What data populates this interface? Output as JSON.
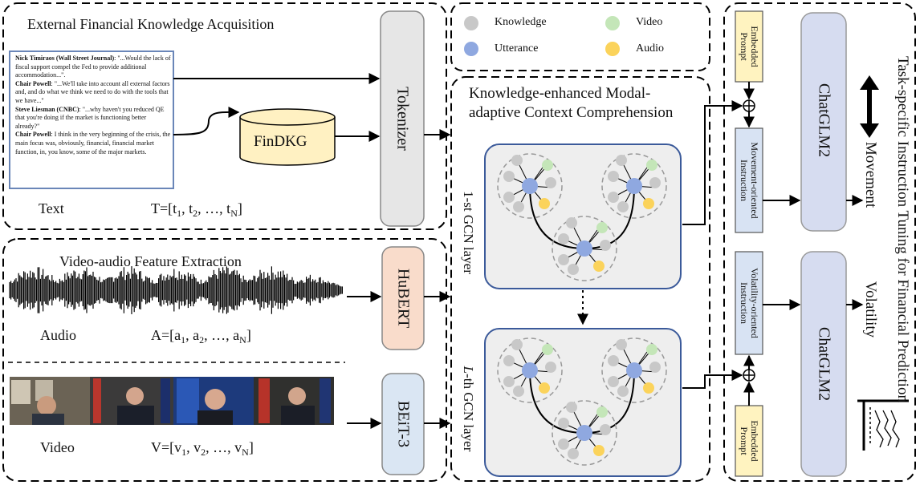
{
  "colors": {
    "knowledge_node": "#c8c8c8",
    "utterance_node": "#8fa8e0",
    "video_node": "#c4e6b8",
    "audio_node": "#fbd35b",
    "tokenizer_fill": "#e6e6e6",
    "hubert_fill": "#f9dccb",
    "beit_fill": "#dae6f3",
    "prompt_fill": "#fff3c0",
    "instruction_fill": "#d8e3f3",
    "chatglm_fill": "#d6dcf0",
    "findkg_fill": "#fff1c2",
    "gcn_fill": "#eeeeee",
    "gcn_border": "#3b5a9a"
  },
  "external": {
    "title": "External Financial Knowledge Acquisition",
    "text_label": "Text",
    "sequence": {
      "prefix": "T=[t",
      "s1": "1",
      "s2": "2",
      "sN": "N"
    },
    "transcript": [
      {
        "speaker": "Nick Timiraos (Wall Street Journal)",
        "body": ": \"...Would the lack of fiscal support compel the Fed to provide additional accommodation...\"."
      },
      {
        "speaker": "Chair Powell",
        "body": ": \"...We'll take into account all external factors and, and do what we think we need to do with the tools that we have...\""
      },
      {
        "speaker": "Steve Liesman (CNBC)",
        "body": ": \"...why haven't you reduced QE that you're doing if the market is functioning better already?\""
      },
      {
        "speaker": "Chair Powell",
        "body": ": I think in the very beginning of the crisis, the main focus was, obviously, financial, financial market function, in, you know, some of the major markets."
      }
    ],
    "findkg": "FinDKG"
  },
  "tokenizer": "Tokenizer",
  "videoaudio": {
    "title": "Video-audio Feature Extraction",
    "audio_label": "Audio",
    "audio_seq": {
      "prefix": "A=[a",
      "s1": "1",
      "s2": "2",
      "sN": "N"
    },
    "video_label": "Video",
    "video_seq": {
      "prefix": "V=[v",
      "s1": "1",
      "s2": "2",
      "sN": "N"
    },
    "hubert": "HuBERT",
    "beit": "BEiT-3"
  },
  "legend": {
    "knowledge": "Knowledge",
    "utterance": "Utterance",
    "video": "Video",
    "audio": "Audio"
  },
  "comprehension": {
    "title_line1": "Knowledge-enhanced Modal-",
    "title_line2": "adaptive Context Comprehension",
    "layer1_label": "1-st GCN layer",
    "layerL_label_italic": "L",
    "layerL_label_rest": "-th GCN layer"
  },
  "tuning": {
    "side_title": "Task-specific Instruction Tuning for Financial Prediction",
    "embedded_prompt_top": "Embedded Prompt",
    "embedded_prompt_bottom": "Embedded Prompt",
    "movement_instruction": "Movement-oriented Instruction",
    "volatility_instruction": "Volatility-oriented Instruction",
    "chatglm_top": "ChatGLM2",
    "chatglm_bottom": "ChatGLM2",
    "movement_output": "Movement",
    "volatility_output": "Volatility"
  }
}
